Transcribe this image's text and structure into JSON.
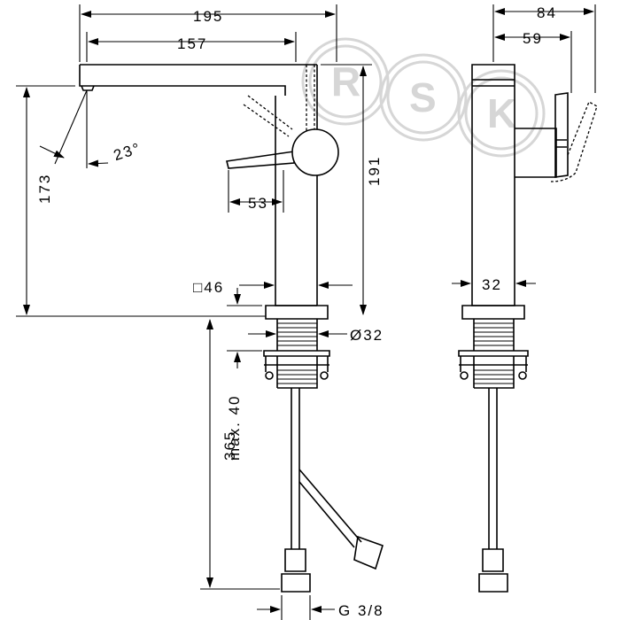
{
  "watermark": {
    "letters": [
      "R",
      "S",
      "K"
    ]
  },
  "front_view": {
    "dims": {
      "total_reach": "195",
      "spout_reach": "157",
      "spout_angle": "23°",
      "spout_height": "173",
      "body_height": "191",
      "lever_offset": "53",
      "body_square": "□46",
      "thread_diameter": "Ø32",
      "max_clamp": "max. 40",
      "hose_length": "365",
      "hose_connection": "G 3/8"
    }
  },
  "side_view": {
    "dims": {
      "total_depth": "84",
      "lever_depth": "59",
      "body_width": "32"
    }
  }
}
